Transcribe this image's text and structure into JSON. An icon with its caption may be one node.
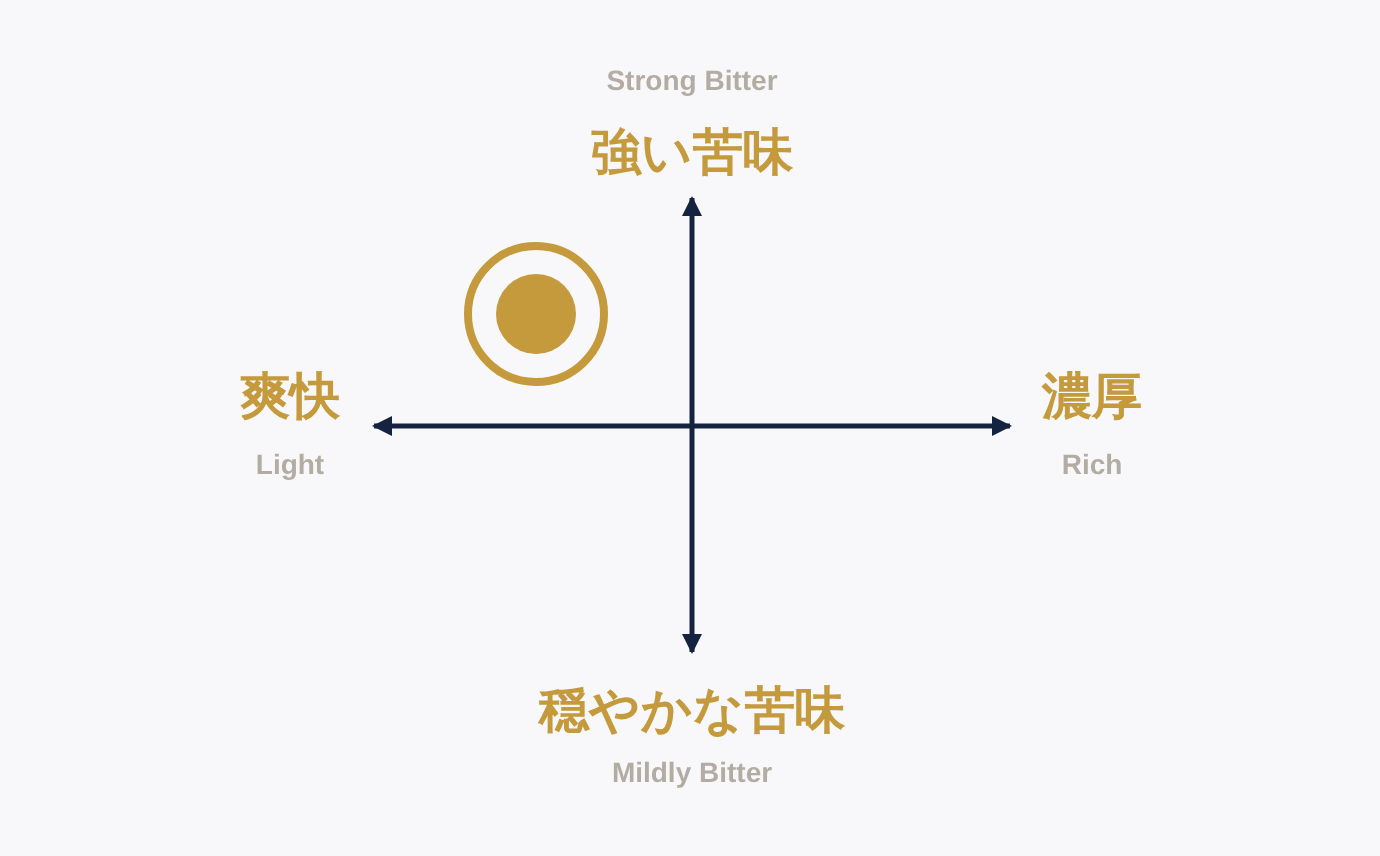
{
  "diagram": {
    "labels": [
      "Strong Bitter",
      "強い苦味",
      "爽快",
      "濃厚",
      "Light",
      "Rich",
      "穏やかな苦味",
      "Mildly Bitter"
    ]
  }
}
